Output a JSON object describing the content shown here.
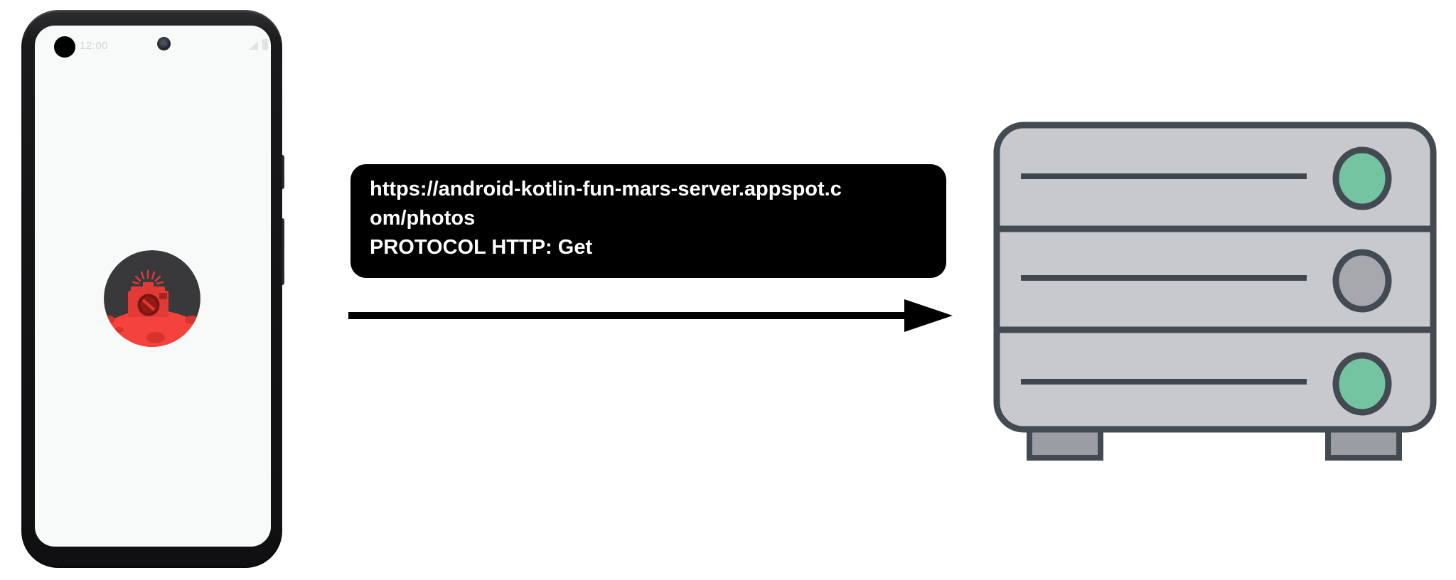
{
  "diagram": {
    "title": "Android app requesting Mars photos from web server over HTTP",
    "background_color": "#ffffff",
    "arrow": {
      "direction": "right",
      "color": "#000000"
    }
  },
  "phone": {
    "status_bar": {
      "time": "12:00",
      "icons": [
        "signal-icon",
        "battery-icon"
      ]
    },
    "app_icon": {
      "name": "mars-photos-app-icon",
      "colors": {
        "sky": "#39393b",
        "planet": "#f4423c",
        "crater": "#d8342e",
        "camera": "#e23b35",
        "lens_dark": "#7a1512"
      }
    }
  },
  "request_box": {
    "url": "https://android-kotlin-fun-mars-server.appspot.com/photos",
    "protocol": "PROTOCOL HTTP: Get",
    "lines": [
      "https://android-kotlin-fun-mars-server.appspot.c",
      "om/photos",
      "PROTOCOL HTTP: Get"
    ],
    "background_color": "#000000",
    "text_color": "#ffffff"
  },
  "server": {
    "body_color": "#c8c9cc",
    "outline_color": "#434a52",
    "foot_color": "#9a9da3",
    "racks": [
      {
        "indicator_color": "#74c4a1",
        "status": "green"
      },
      {
        "indicator_color": "#a6a8ad",
        "status": "gray"
      },
      {
        "indicator_color": "#74c4a1",
        "status": "green"
      }
    ]
  }
}
